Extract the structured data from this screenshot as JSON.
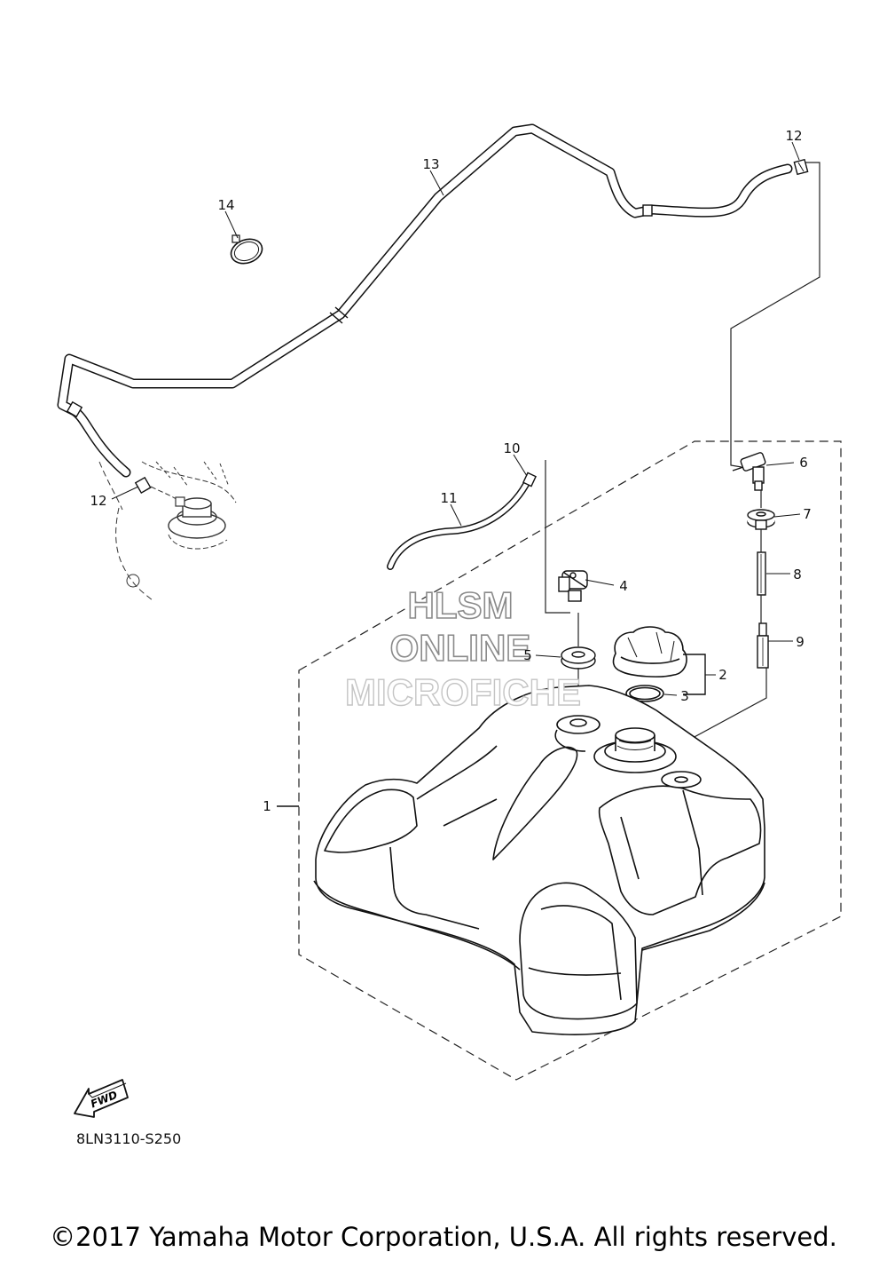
{
  "diagram": {
    "callouts": [
      {
        "id": "c1",
        "label": "1"
      },
      {
        "id": "c2",
        "label": "2"
      },
      {
        "id": "c3",
        "label": "3"
      },
      {
        "id": "c4",
        "label": "4"
      },
      {
        "id": "c5",
        "label": "5"
      },
      {
        "id": "c6",
        "label": "6"
      },
      {
        "id": "c7",
        "label": "7"
      },
      {
        "id": "c8",
        "label": "8"
      },
      {
        "id": "c9",
        "label": "9"
      },
      {
        "id": "c10",
        "label": "10"
      },
      {
        "id": "c11",
        "label": "11"
      },
      {
        "id": "c12a",
        "label": "12"
      },
      {
        "id": "c12b",
        "label": "12"
      },
      {
        "id": "c13",
        "label": "13"
      },
      {
        "id": "c14",
        "label": "14"
      }
    ],
    "fwd_label": "FWD",
    "diagram_code": "8LN3110-S250"
  },
  "watermark": {
    "line1": "HLSM",
    "line2": "ONLINE",
    "line3": "MICROFICHE"
  },
  "footer": {
    "copyright": "©2017 Yamaha Motor Corporation, U.S.A. All rights reserved."
  }
}
